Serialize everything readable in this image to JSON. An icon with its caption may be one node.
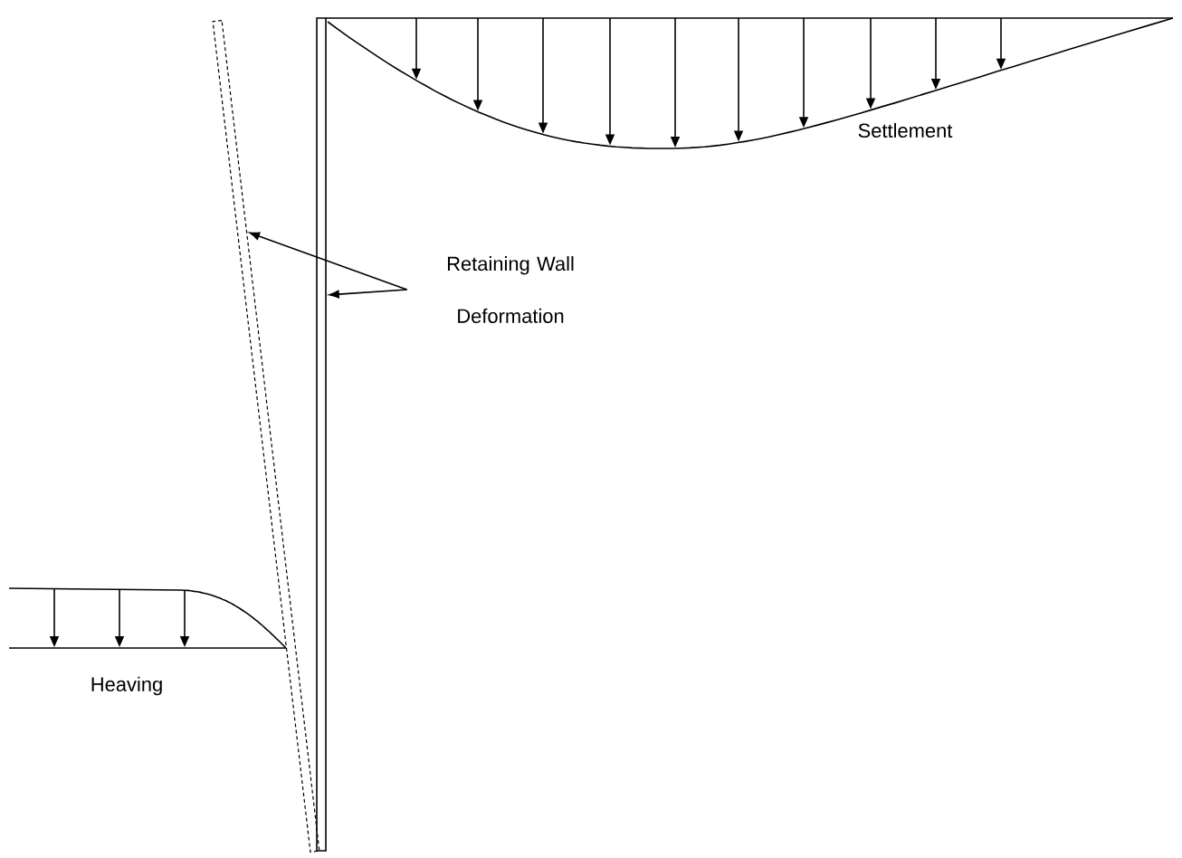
{
  "diagram": {
    "nodes": [
      {
        "text": [
          "Retaining Wall Deformation"
        ]
      },
      {
        "text": [],
        "shape": "bar"
      },
      {
        "text": [],
        "shape": "bar"
      }
    ],
    "edges": [
      {
        "from": 0,
        "to": 1,
        "arrow": "to"
      },
      {
        "from": 0,
        "to": 2,
        "arrow": "to"
      }
    ],
    "labels": [
      "Settlement",
      "Heaving"
    ]
  }
}
